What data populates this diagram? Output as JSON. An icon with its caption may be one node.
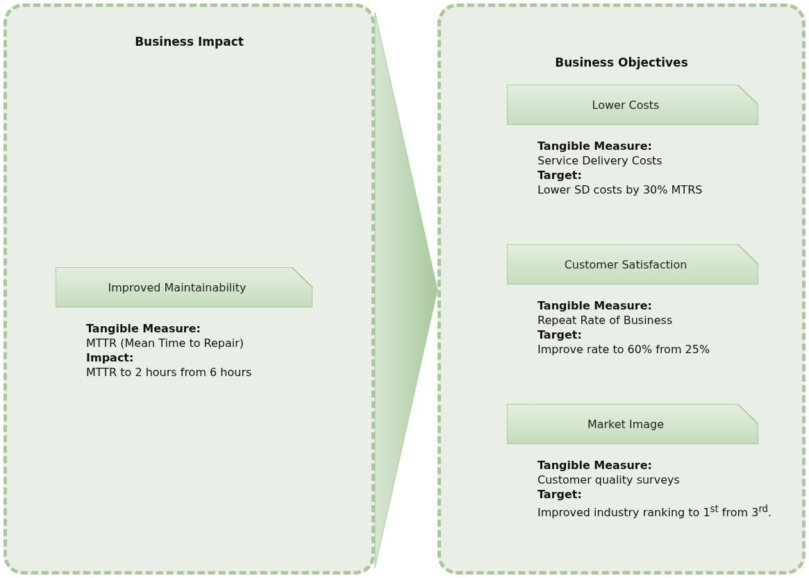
{
  "diagram": {
    "nodes": [
      {
        "text": [
          "Business Impact"
        ]
      },
      {
        "text": [
          "Improved Maintainability"
        ],
        "in": 0,
        "beside": [
          "Tangible Measure:",
          "MTTR (Mean Time to Repair)",
          "Impact:",
          "MTTR to 2 hours from 6 hours"
        ]
      },
      {
        "text": [
          "Business Objectives"
        ]
      },
      {
        "text": [
          "Lower Costs"
        ],
        "in": 2,
        "beside": [
          "Tangible Measure:",
          "Service Delivery Costs",
          "Target:",
          "Lower SD costs by 30% MTRS"
        ]
      },
      {
        "text": [
          "Customer Satisfaction"
        ],
        "in": 2,
        "beside": [
          "Tangible Measure:",
          "Repeat Rate of Business",
          "Target:",
          "Improve rate to 60% from 25%"
        ]
      },
      {
        "text": [
          "Market Image"
        ],
        "in": 2,
        "beside": [
          "Tangible Measure:",
          "Customer quality surveys",
          "Target:",
          "Improved industry ranking to 1$^{st}$ from 3$^{rd}$."
        ]
      }
    ],
    "edges": [
      {
        "from": 0,
        "to": 2,
        "arrow": "to"
      }
    ]
  }
}
